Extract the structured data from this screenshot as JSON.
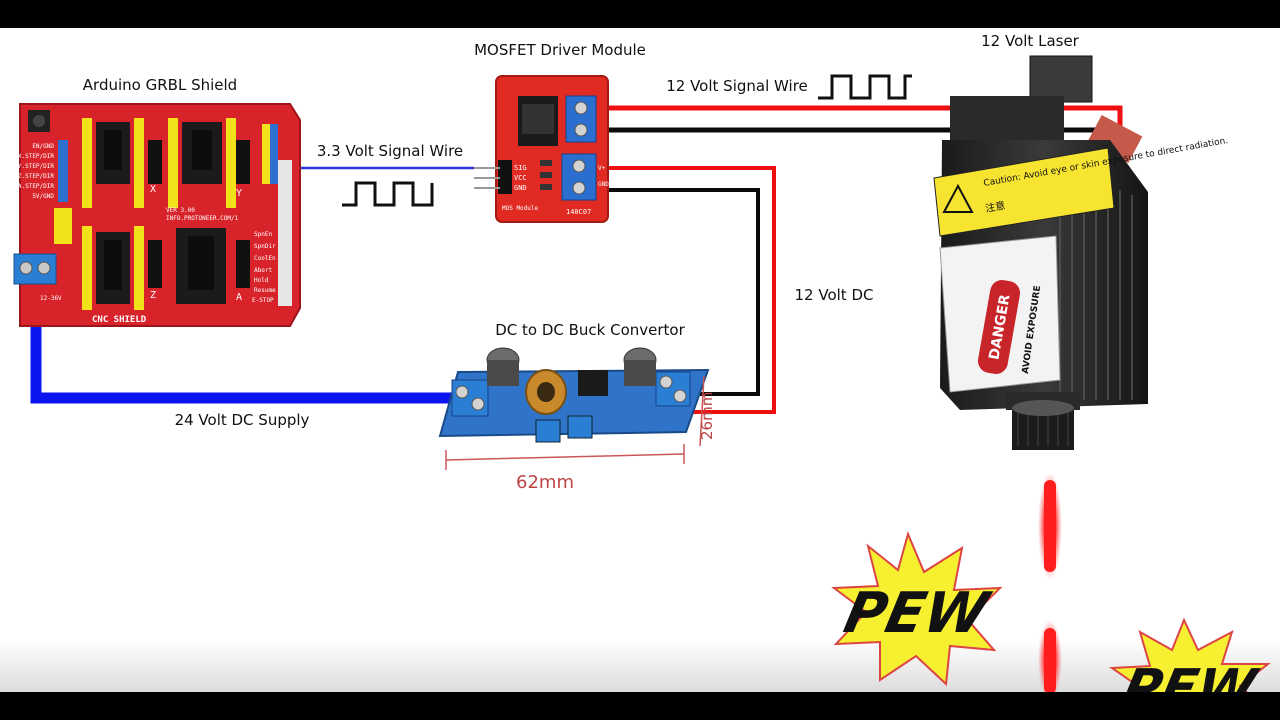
{
  "labels": {
    "arduino_title": "Arduino GRBL Shield",
    "mosfet_title": "MOSFET Driver Module",
    "laser_title": "12 Volt Laser",
    "signal_3v3": "3.3 Volt Signal Wire",
    "signal_12v": "12 Volt Signal Wire",
    "buck_title": "DC to DC Buck Convertor",
    "supply_24v": "24 Volt DC Supply",
    "dc_12v": "12 Volt DC"
  },
  "shield": {
    "board_name": "CNC SHIELD",
    "version": "VER 3.00",
    "url": "INFO.PROTONEER.COM/1",
    "pin_labels": [
      "EN/GND",
      "X.STEP/DIR",
      "Y.STEP/DIR",
      "Z.STEP/DIR",
      "A.STEP/DIR",
      "5V/GND"
    ],
    "right_labels": [
      "SpnEn",
      "SpnDir",
      "CoolEn",
      "Abort",
      "Hold",
      "Resume",
      "E-STOP"
    ],
    "axis_labels": [
      "X",
      "Y",
      "Z",
      "A"
    ],
    "power_label": "12-36V"
  },
  "mosfet": {
    "pins": [
      "SIG",
      "VCC",
      "GND"
    ],
    "module_name": "MOS Module",
    "chip_code": "140C07",
    "terminal_labels": [
      "V+",
      "GND"
    ]
  },
  "buck": {
    "width_dim": "62mm",
    "height_dim": "26mm"
  },
  "laser": {
    "caution_text": "Caution: Avoid eye or skin exposure to direct radiation.",
    "warning_cn": "注意",
    "danger_text": "DANGER",
    "avoid_text": "AVOID EXPOSURE"
  },
  "pew": [
    "PEW",
    "PEW"
  ],
  "colors": {
    "signal_blue": "#2e39d8",
    "supply_blue": "#0a15f0",
    "wire_red": "#ee1010",
    "wire_black": "#0a0a0a",
    "shield_red": "#d8232a",
    "header_yellow": "#f2e21a",
    "laser_beam": "#ff1d1d"
  }
}
